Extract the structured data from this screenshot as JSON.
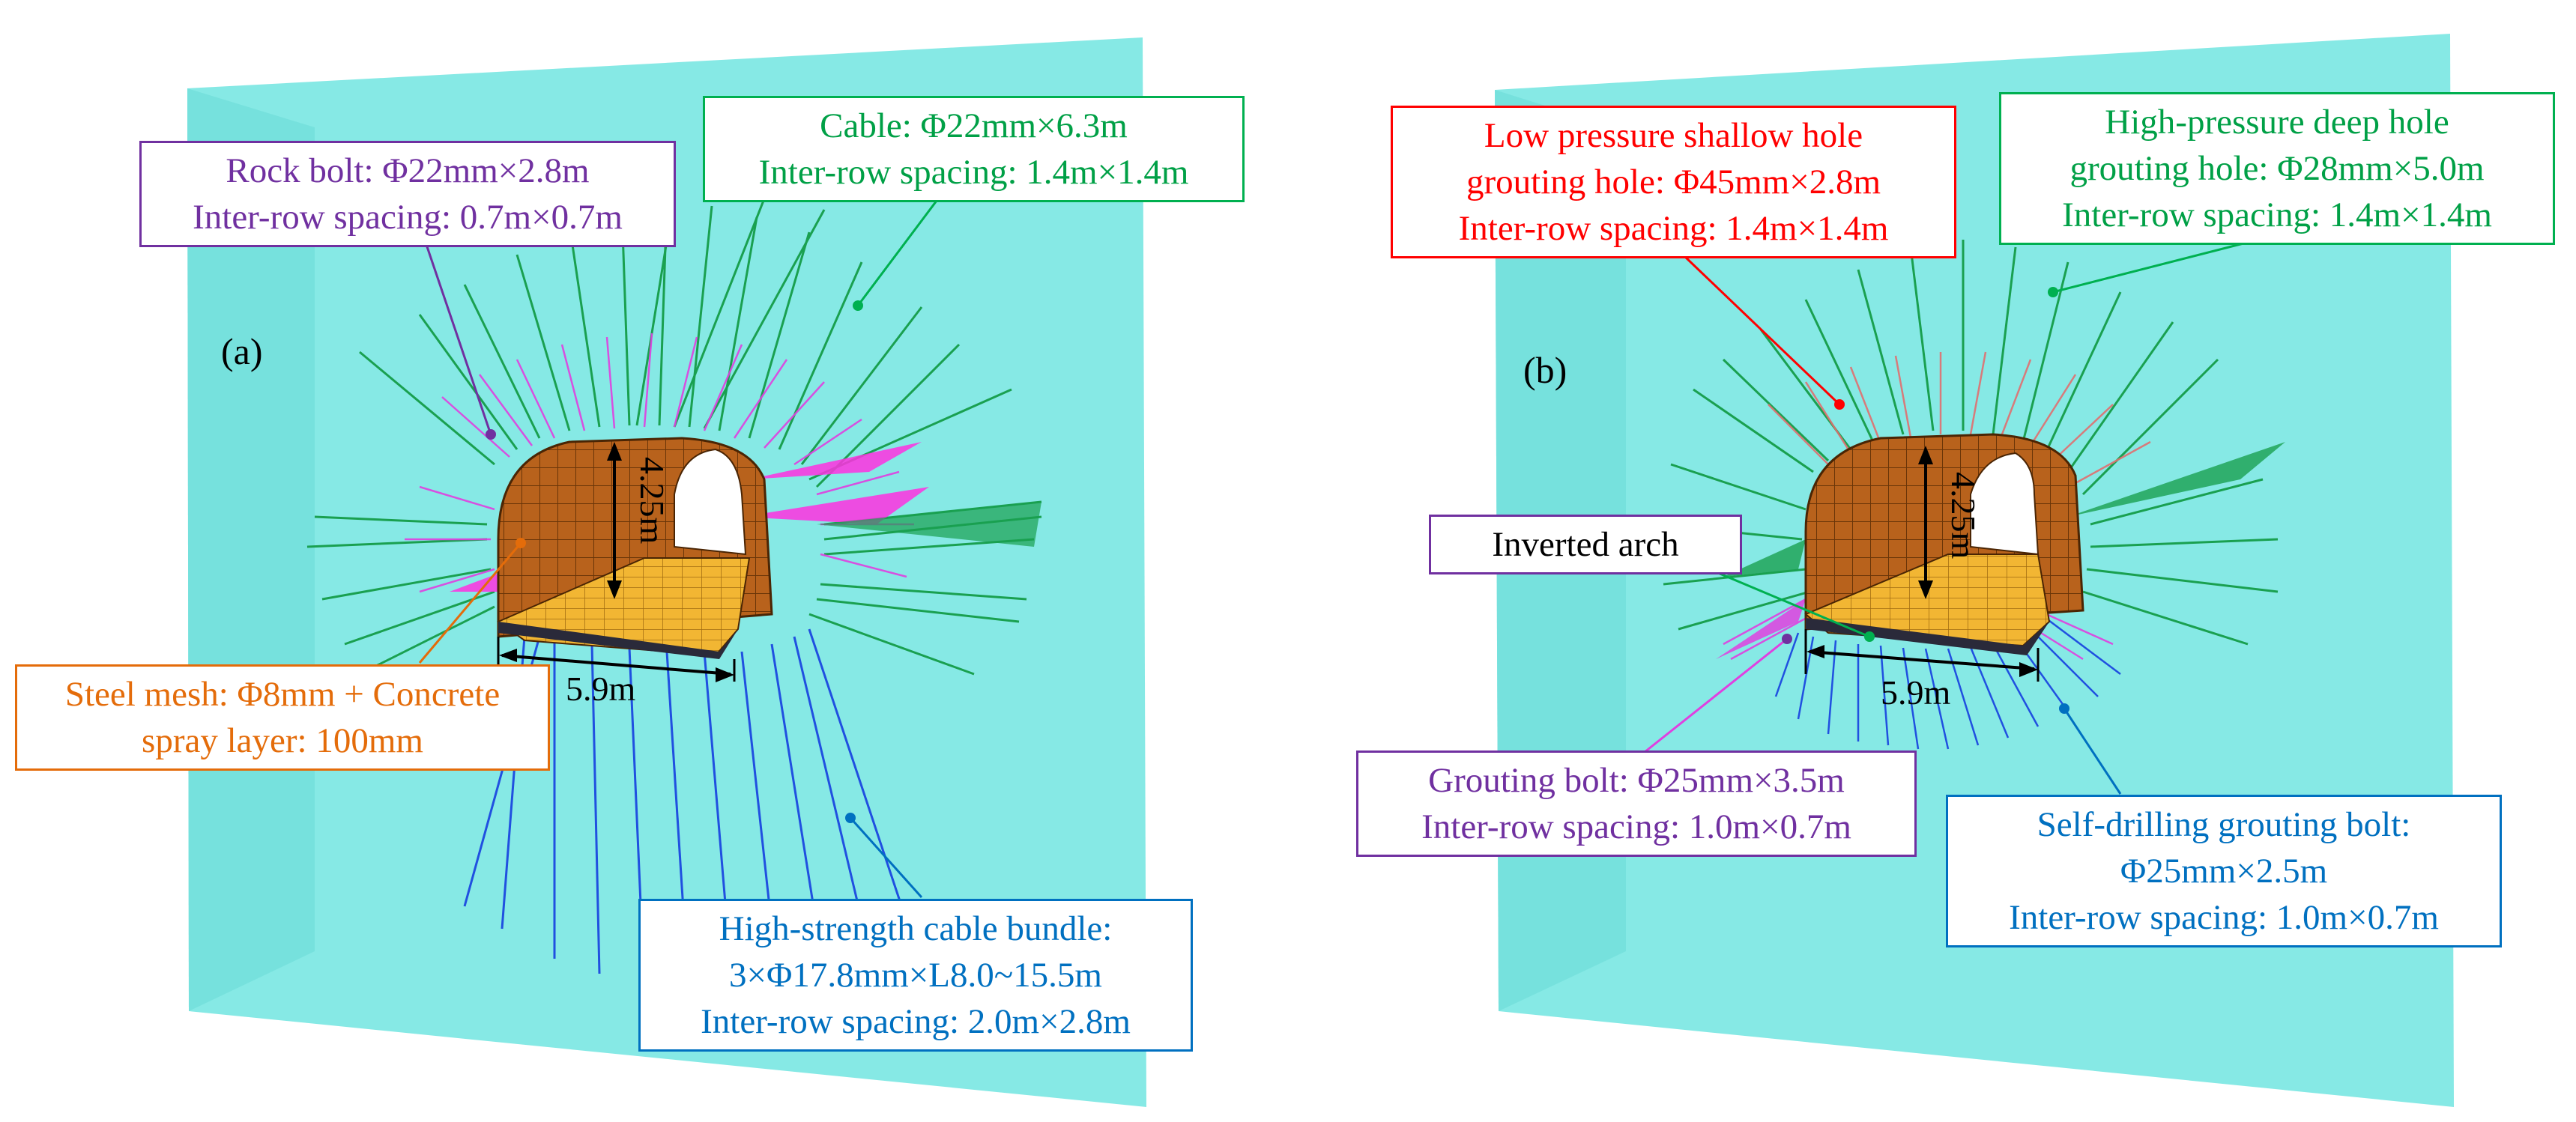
{
  "panel_a": {
    "label": "(a)",
    "height_dim": "4.25m",
    "width_dim": "5.9m",
    "callouts": {
      "rock_bolt": [
        "Rock bolt: Φ22mm×2.8m",
        "Inter-row spacing: 0.7m×0.7m"
      ],
      "cable": [
        "Cable: Φ22mm×6.3m",
        "Inter-row spacing: 1.4m×1.4m"
      ],
      "steel_mesh": [
        "Steel mesh: Φ8mm + Concrete",
        "spray layer: 100mm"
      ],
      "cable_bundle": [
        "High-strength cable bundle:",
        "3×Φ17.8mm×L8.0~15.5m",
        "Inter-row spacing: 2.0m×2.8m"
      ]
    }
  },
  "panel_b": {
    "label": "(b)",
    "height_dim": "4.25m",
    "width_dim": "5.9m",
    "callouts": {
      "shallow_hole": [
        "Low pressure shallow hole",
        "grouting hole: Φ45mm×2.8m",
        "Inter-row spacing: 1.4m×1.4m"
      ],
      "deep_hole": [
        "High-pressure deep hole",
        "grouting hole: Φ28mm×5.0m",
        "Inter-row spacing: 1.4m×1.4m"
      ],
      "inverted_arch": [
        "Inverted arch"
      ],
      "grouting_bolt": [
        "Grouting bolt: Φ25mm×3.5m",
        "Inter-row spacing: 1.0m×0.7m"
      ],
      "self_drilling": [
        "Self-drilling grouting bolt:",
        "Φ25mm×2.5m",
        "Inter-row spacing: 1.0m×0.7m"
      ]
    }
  },
  "colors": {
    "rock": "#7fe8e4",
    "rock_dark": "#6cdcd8",
    "lining": "#b5651d",
    "floor": "#f0b030",
    "rock_bolt": "#e040e0",
    "cable": "#1aa050",
    "cable_bundle": "#2050e0",
    "shallow_grout": "#e07070",
    "purple": "#7030a0",
    "green": "#00b050",
    "orange": "#e46c0a",
    "blue": "#0070c0",
    "red": "#ff0000"
  }
}
